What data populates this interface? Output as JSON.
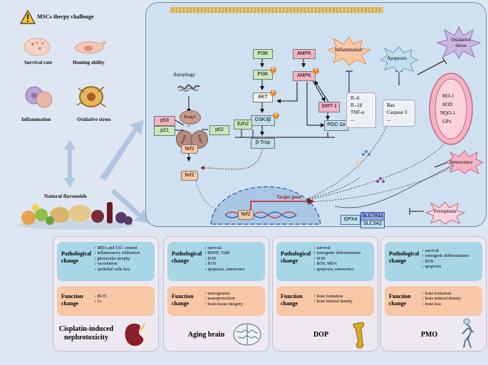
{
  "challenge": {
    "title": "MSCs therpy challenge",
    "items": [
      "Survival rate",
      "Homing ability",
      "Inflammation",
      "Oxidative stress"
    ]
  },
  "flavonoids_label": "Natural flavonoids",
  "pathway": {
    "autophagy": "Autophagy",
    "keap1": "Keap1",
    "p53": "p53",
    "p21": "p21",
    "p62": "p62",
    "nrf2": "Nrf2",
    "pi3k_a": "PI3K",
    "pi3k_b": "PI3K",
    "akt": "AKT",
    "gsk3b": "GSK3β",
    "btrcp": "β-Trcp",
    "ezh2": "Ezh2",
    "ampk_a": "AMPK",
    "ampk_b": "AMPK",
    "sirt1": "SIRT-1",
    "pgc1a": "PGC-1α",
    "p_badge": "P",
    "inflammation": "Inflammation",
    "apoptosis": "Apoptosis",
    "oxidative_stress": "Oxidative stress",
    "senescence": "Senescence",
    "ferroptosis": "Ferroptosis",
    "cytokines": [
      "IL-6",
      "IL-1β",
      "TNF-α",
      "..."
    ],
    "apoptosis_markers": [
      "Bax",
      "Caspase 3",
      "..."
    ],
    "antioxidants": [
      "HO-1",
      "SOD",
      "NQO-1",
      "GPx"
    ],
    "gpx4": "GPX4",
    "slc7a11": "SLC7A11",
    "slc3a2": "SLC3A2",
    "target_gene": "Target gene",
    "nucleus_nrf2": "Nrf2"
  },
  "panels": [
    {
      "name": "Cisplatin-induced nephrotoxicity",
      "pathological_label": "Pathological change",
      "pathological": [
        "↑ MDA and TAC content",
        "↓ inflammatory infiltration",
        "↓ glomerular atrophy",
        "↓ vacuolation",
        "↓ epithelial cells loss"
      ],
      "function_label": "Function change",
      "function": [
        "↓ BUN",
        "↓ Cr"
      ]
    },
    {
      "name": "Aging brain",
      "pathological_label": "Pathological change",
      "pathological": [
        "↑ survival",
        "↑ BDNF, TrkB",
        "↑ SOD",
        "↓ ROS",
        "↓ apoptosis, senescence"
      ],
      "function_label": "Function change",
      "function": [
        "↑ neurogenesis",
        "↑ neuroprotection",
        "↑ brain tissue integrity"
      ]
    },
    {
      "name": "DOP",
      "pathological_label": "Pathological change",
      "pathological": [
        "↑ survival",
        "↑ osteogenic differentiation",
        "↑ SOD",
        "↓ ROS, MDA",
        "↓ apoptosis, senescence"
      ],
      "function_label": "Function change",
      "function": [
        "↑ bone formation",
        "↑ bone mineral density"
      ]
    },
    {
      "name": "PMO",
      "pathological_label": "Pathological change",
      "pathological": [
        "↑ survival",
        "↑ osteogenic differentiation",
        "↓ ROS",
        "↓ apoptosis"
      ],
      "function_label": "Function change",
      "function": [
        "↑ bone formation",
        "↑ bone mineral density",
        "↓ bone loss"
      ]
    }
  ],
  "colors": {
    "background": "#dde6f1",
    "cell": "#cfe0f0",
    "path_box": "#a7d6e6",
    "func_box": "#f7c7a6",
    "node_green": "#c9e8bd",
    "node_pink": "#f4b3c3",
    "node_blue": "#bfe0ec",
    "node_orange": "#f7c7a6",
    "badge": "#e38a2c"
  },
  "icons": [
    "warning-icon",
    "cell-icon",
    "mitochondrion-icon",
    "kidney-icon",
    "brain-icon",
    "femur-icon",
    "skeleton-icon"
  ]
}
